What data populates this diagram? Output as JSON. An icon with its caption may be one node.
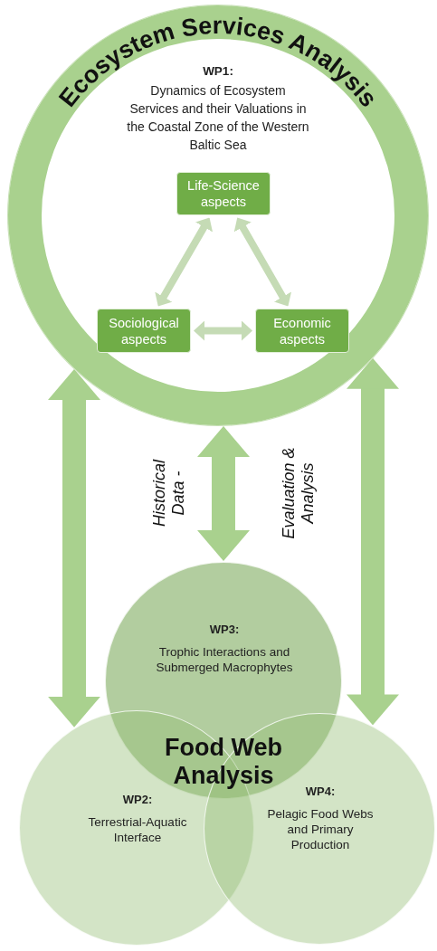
{
  "diagram": {
    "nodes": [
      {
        "text": [
          "Ecosystem Services Analysis",
          "WP1:",
          "Dynamics of Ecosystem Services and their Valuations in the Coastal Zone of the Western Baltic Sea"
        ]
      },
      {
        "text": [
          "Life-Science aspects"
        ],
        "in": 0
      },
      {
        "text": [
          "Sociological aspects"
        ],
        "in": 0
      },
      {
        "text": [
          "Economic aspects"
        ],
        "in": 0
      },
      {
        "text": [
          "WP3:",
          "Trophic Interactions and Submerged Macrophytes"
        ]
      },
      {
        "text": [
          "WP2:",
          "Terrestrial-Aquatic Interface"
        ]
      },
      {
        "text": [
          "WP4:",
          "Pelagic Food Webs and Primary Production"
        ]
      }
    ],
    "edges": [
      {
        "from": 1,
        "to": 2,
        "arrow": "both"
      },
      {
        "from": 1,
        "to": 3,
        "arrow": "both"
      },
      {
        "from": 2,
        "to": 3,
        "arrow": "both"
      },
      {
        "from": 0,
        "to": 5,
        "arrow": "both"
      },
      {
        "from": 0,
        "to": 4,
        "arrow": "both"
      },
      {
        "from": 0,
        "to": 6,
        "arrow": "both"
      }
    ],
    "labels": [
      "Historical Data -",
      "Evaluation & Analysis",
      "Food Web Analysis"
    ]
  }
}
